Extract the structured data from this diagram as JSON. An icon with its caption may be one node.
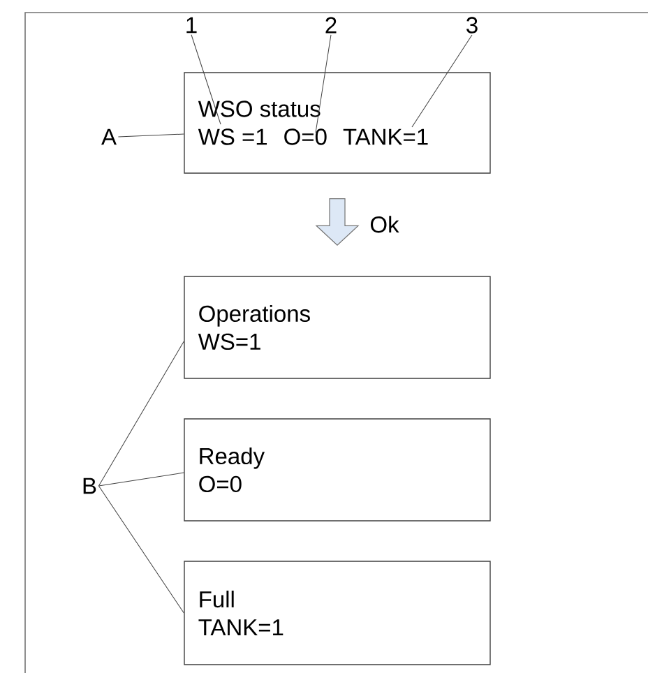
{
  "diagram": {
    "nodes": [
      {
        "text": [
          "WSO status",
          "WS =1",
          "O=0",
          "TANK=1"
        ]
      },
      {
        "text": [
          "1"
        ]
      },
      {
        "text": [
          "2"
        ]
      },
      {
        "text": [
          "3"
        ]
      },
      {
        "text": [
          "A"
        ]
      },
      {
        "text": [
          "Operations",
          "WS=1"
        ]
      },
      {
        "text": [
          "Ready",
          "O=0"
        ]
      },
      {
        "text": [
          "Full",
          "TANK=1"
        ]
      },
      {
        "text": [
          "B"
        ]
      }
    ],
    "edges": [
      {
        "from": 1,
        "to": 0,
        "arrow": "none"
      },
      {
        "from": 2,
        "to": 0,
        "arrow": "none"
      },
      {
        "from": 3,
        "to": 0,
        "arrow": "none"
      },
      {
        "from": 4,
        "to": 0,
        "arrow": "none"
      },
      {
        "from": 0,
        "to": 5,
        "arrow": "to",
        "label": "Ok"
      },
      {
        "from": 8,
        "to": 5,
        "arrow": "none"
      },
      {
        "from": 8,
        "to": 6,
        "arrow": "none"
      },
      {
        "from": 8,
        "to": 7,
        "arrow": "none"
      }
    ]
  }
}
